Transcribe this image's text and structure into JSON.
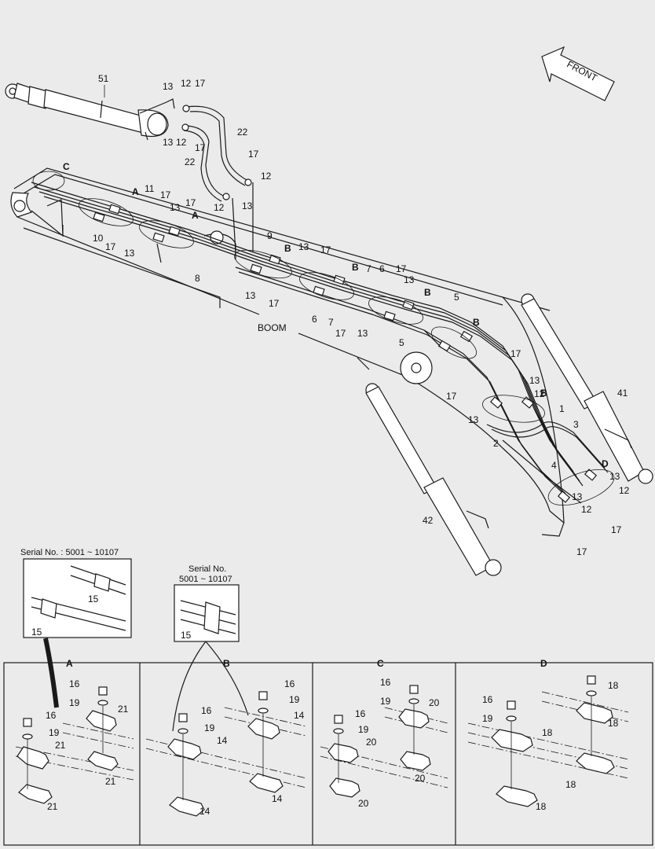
{
  "labels": {
    "front": "FRONT",
    "boom": "BOOM",
    "serial_left": "Serial No. : 5001 ~ 10107",
    "serial_mid_line1": "Serial No.",
    "serial_mid_line2": "5001 ~ 10107"
  },
  "callouts": {
    "c51": "51",
    "c22a": "22",
    "c22b": "22",
    "c41": "41",
    "c42": "42",
    "c11": "11",
    "c10": "10",
    "c9": "9",
    "c8": "8",
    "c6a": "6",
    "c6b": "6",
    "c7a": "7",
    "c7b": "7",
    "c5a": "5",
    "c5b": "5",
    "c4": "4",
    "c3": "3",
    "c2": "2",
    "c1": "1",
    "c12": "12",
    "c13": "13",
    "c17": "17"
  },
  "detail_letters": {
    "a": "A",
    "b": "B",
    "c": "C",
    "d": "D"
  },
  "detail_parts": {
    "p14": "14",
    "p15": "15",
    "p16": "16",
    "p18": "18",
    "p19": "19",
    "p20": "20",
    "p21": "21"
  }
}
